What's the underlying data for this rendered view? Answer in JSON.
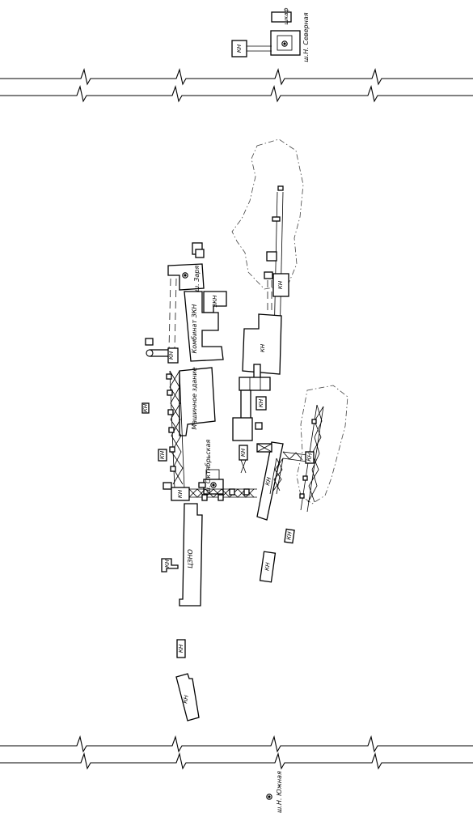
{
  "labels": {
    "shaft_n_severnaya": "ш.Н. Северная",
    "shkaf": "шкаф",
    "kn": "КН",
    "shaft_zarya": "ш. Заря",
    "zkn": "ЗКН",
    "kombinat_zkn": "Комбинат ЗКН",
    "mashinnoe_zdanie": "Машинное здание",
    "shaft_oktyabrskaya": "ш. Октябрьская",
    "tszno": "ЦЗНО",
    "shaft_n_yuzhnaya": "ш.Н. Южная"
  }
}
